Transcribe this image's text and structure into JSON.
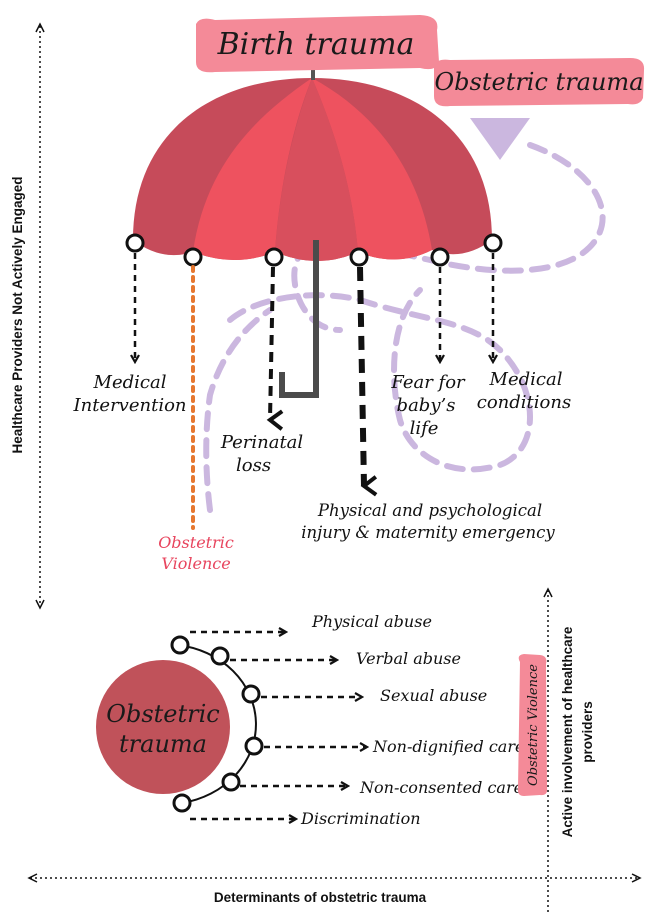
{
  "titles": {
    "birth_trauma": "Birth trauma",
    "obstetric_trauma_top": "Obstetric trauma",
    "obstetric_trauma_circle_line1": "Obstetric",
    "obstetric_trauma_circle_line2": "trauma"
  },
  "axes": {
    "left_vertical": "Healthcare Providers Not Actively Engaged",
    "bottom_horizontal": "Determinants  of obstetric trauma",
    "right_vertical_line1": "Active involvement of healthcare",
    "right_vertical_line2": "providers"
  },
  "umbrella_labels": {
    "medical_intervention_1": "Medical",
    "medical_intervention_2": "Intervention",
    "perinatal_loss_1": "Perinatal",
    "perinatal_loss_2": "loss",
    "physical_psych_1": "Physical and psychological",
    "physical_psych_2": "injury & maternity emergency",
    "fear_1": "Fear for",
    "fear_2": "baby’s",
    "fear_3": "life",
    "medical_conditions_1": "Medical",
    "medical_conditions_2": "conditions",
    "obstetric_violence_1": "Obstetric",
    "obstetric_violence_2": "Violence"
  },
  "violence_list": [
    "Physical abuse",
    "Verbal abuse",
    "Sexual abuse",
    "Non-dignified care",
    "Non-consented care",
    "Discrimination"
  ],
  "side_tag": "Obstetric Violence",
  "colors": {
    "umbrella_dark": "#c64b5a",
    "umbrella_light": "#ee525f",
    "highlight_pink": "#f48a98",
    "circle_fill": "#c0525a",
    "lavender": "#cbb7df",
    "orange": "#e6772f",
    "violence_red": "#e8455e"
  }
}
